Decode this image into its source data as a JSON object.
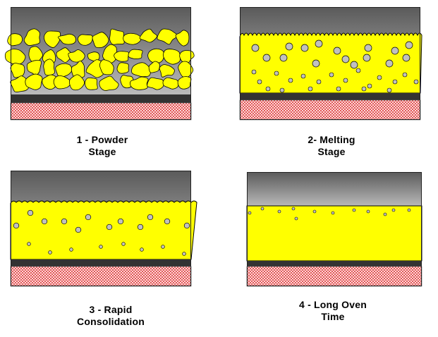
{
  "colors": {
    "powder": "#ffff00",
    "powder_outline": "#000000",
    "bubble": "#c0c0c0",
    "air_top": "#5a5a5a",
    "air_bottom": "#bdbdbd",
    "substrate_line": "#333333",
    "substrate_fill": "#ffd9d9",
    "substrate_dot": "#e05858"
  },
  "stages": [
    {
      "id": "powder",
      "number_line": "1 - Powder",
      "second_line": "Stage"
    },
    {
      "id": "melting",
      "number_line": "2- Melting",
      "second_line": "Stage"
    },
    {
      "id": "rapid",
      "number_line": "3 - Rapid",
      "second_line": "Consolidation"
    },
    {
      "id": "long-oven",
      "number_line": "4 - Long Oven",
      "second_line": "Time"
    }
  ]
}
